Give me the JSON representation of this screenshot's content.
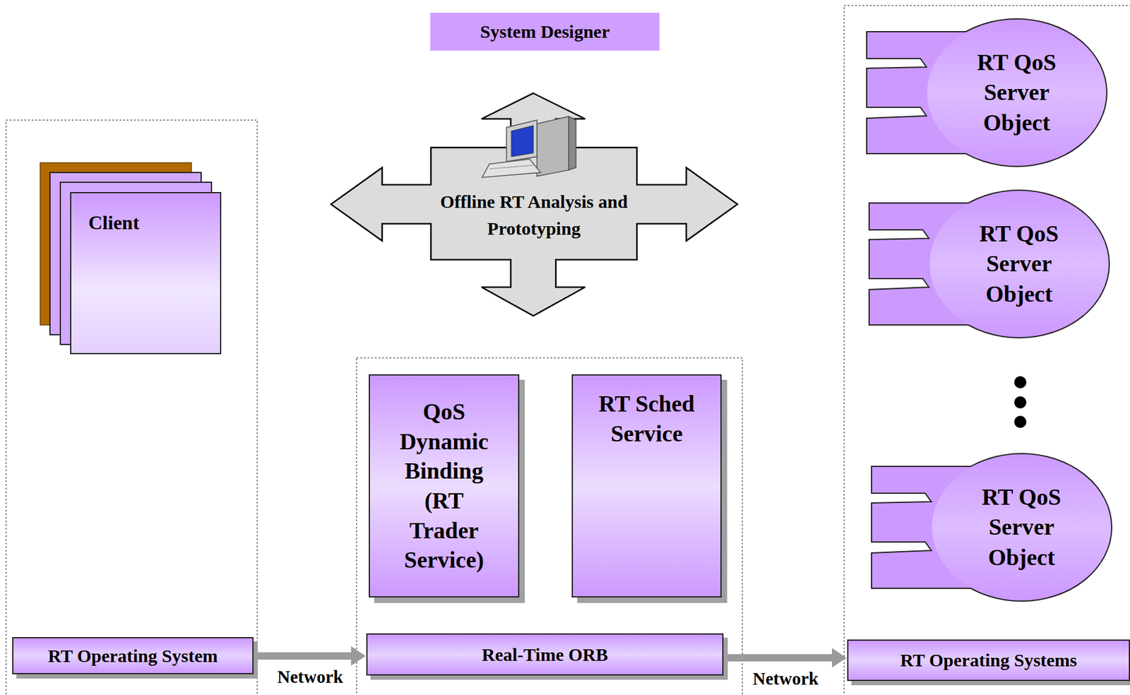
{
  "diagram": {
    "nodes": [
      {
        "text": [
          "System Designer"
        ]
      },
      {
        "text": [
          "Offline RT Analysis and Prototyping"
        ]
      },
      {
        "text": [
          "Client"
        ]
      },
      {
        "text": [
          "RT Operating System"
        ]
      },
      {
        "text": [
          "QoS Dynamic Binding (RT Trader Service)"
        ]
      },
      {
        "text": [
          "RT Sched Service"
        ]
      },
      {
        "text": [
          "Real-Time ORB"
        ]
      },
      {
        "text": [
          "RT QoS Server Object"
        ]
      },
      {
        "text": [
          "RT QoS Server Object"
        ]
      },
      {
        "text": [
          "RT QoS Server Object"
        ]
      },
      {
        "text": [
          "RT Operating Systems"
        ]
      }
    ],
    "edges": [
      {
        "from": 3,
        "to": 6,
        "label": "Network",
        "arrow": "to"
      },
      {
        "from": 6,
        "to": 10,
        "label": "Network",
        "arrow": "to"
      }
    ]
  }
}
